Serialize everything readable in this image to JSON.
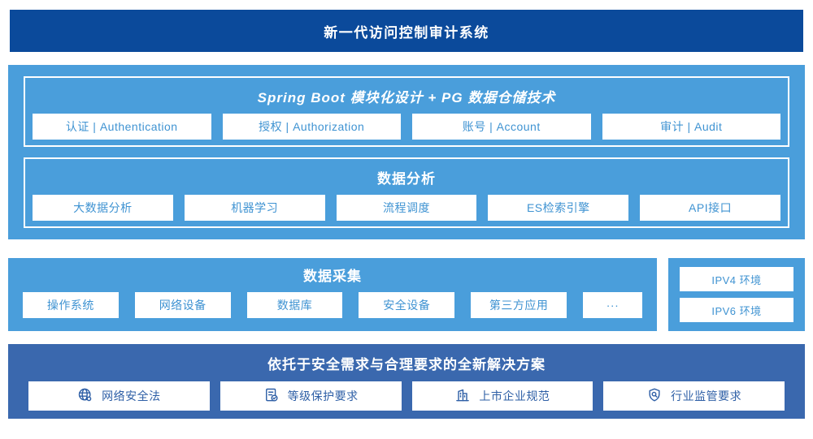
{
  "banner": {
    "title": "新一代访问控制审计系统"
  },
  "platform": {
    "modules_panel": {
      "title": "Spring Boot 模块化设计 + PG 数据仓储技术",
      "items": [
        "认证 | Authentication",
        "授权 | Authorization",
        "账号 | Account",
        "审计 | Audit"
      ]
    },
    "analysis_panel": {
      "title": "数据分析",
      "items": [
        "大数据分析",
        "机器学习",
        "流程调度",
        "ES检索引擎",
        "API接口"
      ]
    }
  },
  "collection": {
    "title": "数据采集",
    "items": [
      "操作系统",
      "网络设备",
      "数据库",
      "安全设备",
      "第三方应用",
      "···"
    ]
  },
  "environments": {
    "items": [
      "IPV4 环境",
      "IPV6 环境"
    ]
  },
  "solution": {
    "title": "依托于安全需求与合理要求的全新解决方案",
    "items": [
      {
        "icon": "globe-icon",
        "label": "网络安全法"
      },
      {
        "icon": "document-check-icon",
        "label": "等级保护要求"
      },
      {
        "icon": "building-icon",
        "label": "上市企业规范"
      },
      {
        "icon": "shield-search-icon",
        "label": "行业监管要求"
      }
    ]
  },
  "colors": {
    "banner_blue": "#0b4a9b",
    "light_blue": "#4a9edb",
    "solution_blue": "#3a68ae",
    "box_text_light": "#3f93d2",
    "box_text_dark": "#2e5fa6"
  }
}
